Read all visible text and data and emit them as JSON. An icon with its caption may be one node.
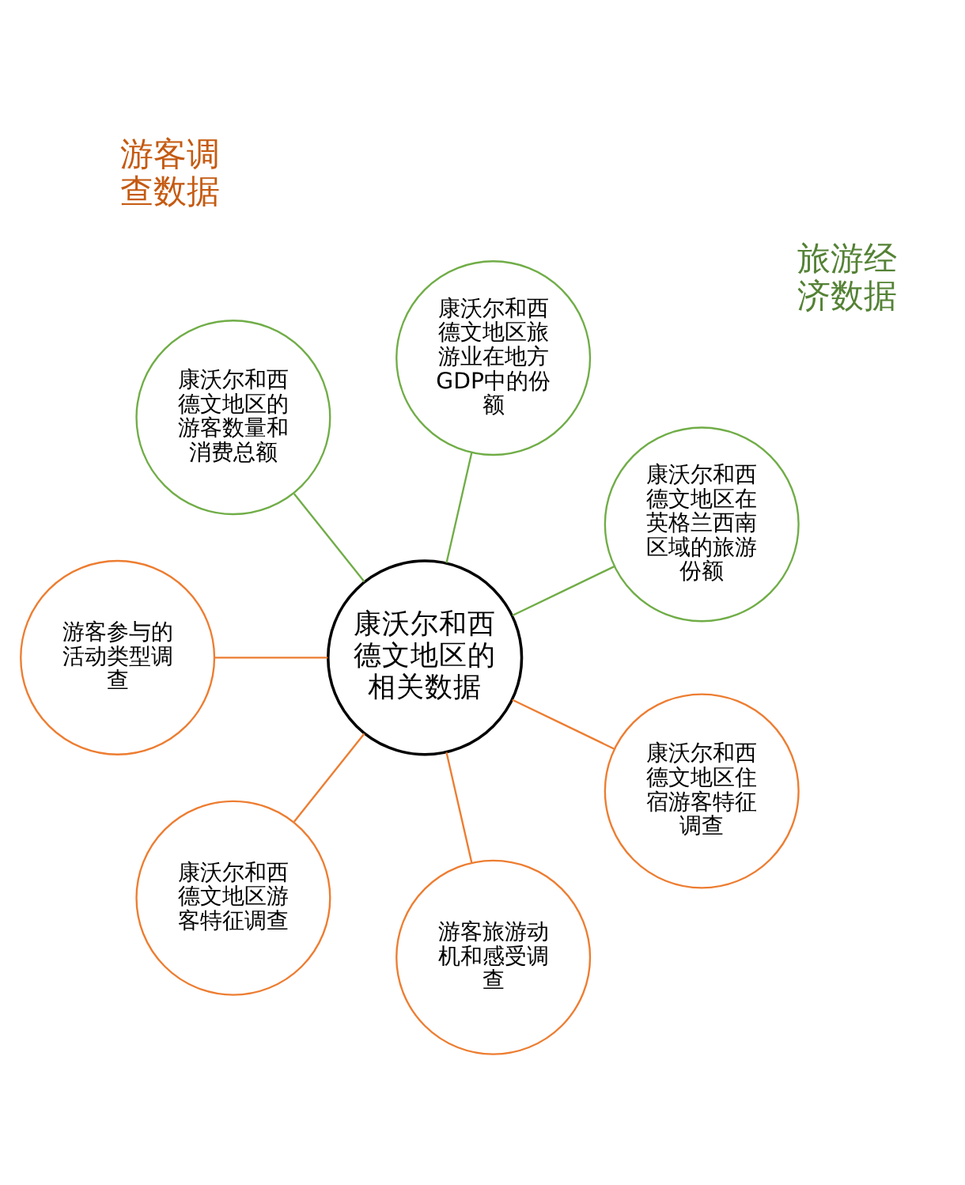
{
  "diagram": {
    "nodes": [
      {
        "text": [
          "康沃尔和西德文地区的相关数据"
        ]
      },
      {
        "text": [
          "康沃尔和西德文地区在英格兰西南区域的旅游份额"
        ]
      },
      {
        "text": [
          "康沃尔和西德文地区旅游业在地方GDP中的份额"
        ]
      },
      {
        "text": [
          "康沃尔和西德文地区的游客数量和消费总额"
        ]
      },
      {
        "text": [
          "游客参与的活动类型调查"
        ]
      },
      {
        "text": [
          "康沃尔和西德文地区游客特征调查"
        ]
      },
      {
        "text": [
          "游客旅游动机和感受调查"
        ]
      },
      {
        "text": [
          "康沃尔和西德文地区住宿游客特征调查"
        ]
      }
    ],
    "edges": [
      {
        "from": 0,
        "to": 1,
        "arrow": "none",
        "color": "#70ad47"
      },
      {
        "from": 0,
        "to": 2,
        "arrow": "none",
        "color": "#70ad47"
      },
      {
        "from": 0,
        "to": 3,
        "arrow": "none",
        "color": "#70ad47"
      },
      {
        "from": 0,
        "to": 4,
        "arrow": "none",
        "color": "#ed7d31"
      },
      {
        "from": 0,
        "to": 5,
        "arrow": "none",
        "color": "#ed7d31"
      },
      {
        "from": 0,
        "to": 6,
        "arrow": "none",
        "color": "#ed7d31"
      },
      {
        "from": 0,
        "to": 7,
        "arrow": "none",
        "color": "#ed7d31"
      }
    ],
    "labels": [
      "旅游经济数据",
      "游客调查数据"
    ]
  }
}
